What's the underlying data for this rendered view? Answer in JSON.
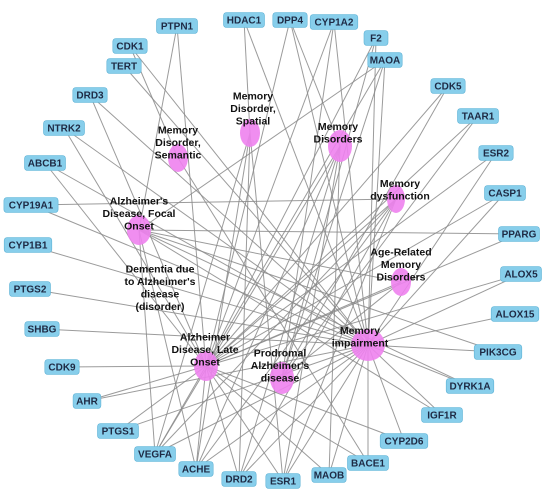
{
  "colors": {
    "gene_fill": "#87ceeb",
    "disease_fill": "#ee82ee",
    "edge": "#8a8a8a"
  },
  "genes": [
    {
      "id": "PTPN1",
      "label": "PTPN1"
    },
    {
      "id": "HDAC1",
      "label": "HDAC1"
    },
    {
      "id": "DPP4",
      "label": "DPP4"
    },
    {
      "id": "CYP1A2",
      "label": "CYP1A2"
    },
    {
      "id": "F2",
      "label": "F2"
    },
    {
      "id": "CDK1",
      "label": "CDK1"
    },
    {
      "id": "TERT",
      "label": "TERT"
    },
    {
      "id": "MAOA",
      "label": "MAOA"
    },
    {
      "id": "DRD3",
      "label": "DRD3"
    },
    {
      "id": "CDK5",
      "label": "CDK5"
    },
    {
      "id": "NTRK2",
      "label": "NTRK2"
    },
    {
      "id": "TAAR1",
      "label": "TAAR1"
    },
    {
      "id": "ABCB1",
      "label": "ABCB1"
    },
    {
      "id": "ESR2",
      "label": "ESR2"
    },
    {
      "id": "CYP19A1",
      "label": "CYP19A1"
    },
    {
      "id": "CASP1",
      "label": "CASP1"
    },
    {
      "id": "CYP1B1",
      "label": "CYP1B1"
    },
    {
      "id": "PPARG",
      "label": "PPARG"
    },
    {
      "id": "PTGS2",
      "label": "PTGS2"
    },
    {
      "id": "ALOX5",
      "label": "ALOX5"
    },
    {
      "id": "SHBG",
      "label": "SHBG"
    },
    {
      "id": "ALOX15",
      "label": "ALOX15"
    },
    {
      "id": "CDK9",
      "label": "CDK9"
    },
    {
      "id": "PIK3CG",
      "label": "PIK3CG"
    },
    {
      "id": "AHR",
      "label": "AHR"
    },
    {
      "id": "DYRK1A",
      "label": "DYRK1A"
    },
    {
      "id": "PTGS1",
      "label": "PTGS1"
    },
    {
      "id": "IGF1R",
      "label": "IGF1R"
    },
    {
      "id": "VEGFA",
      "label": "VEGFA"
    },
    {
      "id": "CYP2D6",
      "label": "CYP2D6"
    },
    {
      "id": "ACHE",
      "label": "ACHE"
    },
    {
      "id": "BACE1",
      "label": "BACE1"
    },
    {
      "id": "DRD2",
      "label": "DRD2"
    },
    {
      "id": "MAOB",
      "label": "MAOB"
    },
    {
      "id": "ESR1",
      "label": "ESR1"
    }
  ],
  "diseases": [
    {
      "id": "spatial",
      "label_lines": [
        "Memory",
        "Disorder,",
        "Spatial"
      ]
    },
    {
      "id": "memdis",
      "label_lines": [
        "Memory",
        "Disorders"
      ]
    },
    {
      "id": "semantic",
      "label_lines": [
        "Memory",
        "Disorder,",
        "Semantic"
      ]
    },
    {
      "id": "dysfunction",
      "label_lines": [
        "Memory",
        "dysfunction"
      ]
    },
    {
      "id": "focal",
      "label_lines": [
        "Alzheimer's",
        "Disease, Focal",
        "Onset"
      ]
    },
    {
      "id": "agerelated",
      "label_lines": [
        "Age-Related",
        "Memory",
        "Disorders"
      ]
    },
    {
      "id": "dementia",
      "label_lines": [
        "Dementia due",
        "to Alzheimer's",
        "disease",
        "(disorder)"
      ]
    },
    {
      "id": "impairment",
      "label_lines": [
        "Memory",
        "impairment"
      ]
    },
    {
      "id": "late",
      "label_lines": [
        "Alzheimer",
        "Disease, Late",
        "Onset"
      ]
    },
    {
      "id": "prodromal",
      "label_lines": [
        "Prodromal",
        "Alzheimer's",
        "disease"
      ]
    }
  ],
  "edges": [
    [
      "PTPN1",
      "late"
    ],
    [
      "PTPN1",
      "focal"
    ],
    [
      "HDAC1",
      "spatial"
    ],
    [
      "HDAC1",
      "impairment"
    ],
    [
      "DPP4",
      "memdis"
    ],
    [
      "DPP4",
      "late"
    ],
    [
      "DPP4",
      "impairment"
    ],
    [
      "CYP1A2",
      "impairment"
    ],
    [
      "CYP1A2",
      "late"
    ],
    [
      "CYP1A2",
      "prodromal"
    ],
    [
      "F2",
      "late"
    ],
    [
      "F2",
      "impairment"
    ],
    [
      "F2",
      "prodromal"
    ],
    [
      "CDK1",
      "impairment"
    ],
    [
      "CDK1",
      "semantic"
    ],
    [
      "TERT",
      "impairment"
    ],
    [
      "MAOA",
      "late"
    ],
    [
      "MAOA",
      "impairment"
    ],
    [
      "MAOA",
      "prodromal"
    ],
    [
      "MAOA",
      "focal"
    ],
    [
      "DRD3",
      "late"
    ],
    [
      "DRD3",
      "impairment"
    ],
    [
      "CDK5",
      "prodromal"
    ],
    [
      "CDK5",
      "late"
    ],
    [
      "NTRK2",
      "impairment"
    ],
    [
      "NTRK2",
      "late"
    ],
    [
      "TAAR1",
      "late"
    ],
    [
      "TAAR1",
      "prodromal"
    ],
    [
      "ABCB1",
      "impairment"
    ],
    [
      "ABCB1",
      "late"
    ],
    [
      "ESR2",
      "late"
    ],
    [
      "ESR2",
      "impairment"
    ],
    [
      "CYP19A1",
      "impairment"
    ],
    [
      "CYP19A1",
      "dysfunction"
    ],
    [
      "CASP1",
      "late"
    ],
    [
      "CASP1",
      "impairment"
    ],
    [
      "CYP1B1",
      "impairment"
    ],
    [
      "PPARG",
      "focal"
    ],
    [
      "PPARG",
      "late"
    ],
    [
      "PTGS2",
      "impairment"
    ],
    [
      "ALOX5",
      "late"
    ],
    [
      "ALOX5",
      "impairment"
    ],
    [
      "SHBG",
      "impairment"
    ],
    [
      "ALOX15",
      "impairment"
    ],
    [
      "CDK9",
      "late"
    ],
    [
      "PIK3CG",
      "impairment"
    ],
    [
      "PIK3CG",
      "focal"
    ],
    [
      "AHR",
      "late"
    ],
    [
      "AHR",
      "impairment"
    ],
    [
      "DYRK1A",
      "impairment"
    ],
    [
      "DYRK1A",
      "focal"
    ],
    [
      "PTGS1",
      "late"
    ],
    [
      "PTGS1",
      "impairment"
    ],
    [
      "IGF1R",
      "impairment"
    ],
    [
      "IGF1R",
      "focal"
    ],
    [
      "VEGFA",
      "memdis"
    ],
    [
      "VEGFA",
      "spatial"
    ],
    [
      "VEGFA",
      "impairment"
    ],
    [
      "VEGFA",
      "dysfunction"
    ],
    [
      "VEGFA",
      "late"
    ],
    [
      "VEGFA",
      "focal"
    ],
    [
      "CYP2D6",
      "impairment"
    ],
    [
      "CYP2D6",
      "late"
    ],
    [
      "ACHE",
      "memdis"
    ],
    [
      "ACHE",
      "spatial"
    ],
    [
      "ACHE",
      "dysfunction"
    ],
    [
      "ACHE",
      "impairment"
    ],
    [
      "ACHE",
      "late"
    ],
    [
      "ACHE",
      "focal"
    ],
    [
      "BACE1",
      "impairment"
    ],
    [
      "BACE1",
      "late"
    ],
    [
      "BACE1",
      "semantic"
    ],
    [
      "DRD2",
      "memdis"
    ],
    [
      "DRD2",
      "spatial"
    ],
    [
      "DRD2",
      "late"
    ],
    [
      "DRD2",
      "impairment"
    ],
    [
      "DRD2",
      "dysfunction"
    ],
    [
      "MAOB",
      "memdis"
    ],
    [
      "MAOB",
      "late"
    ],
    [
      "MAOB",
      "impairment"
    ],
    [
      "ESR1",
      "memdis"
    ],
    [
      "ESR1",
      "spatial"
    ],
    [
      "ESR1",
      "late"
    ],
    [
      "ESR1",
      "dysfunction"
    ],
    [
      "ESR1",
      "impairment"
    ],
    [
      "agerelated",
      "late"
    ],
    [
      "agerelated",
      "focal"
    ],
    [
      "agerelated",
      "prodromal"
    ],
    [
      "dysfunction",
      "late"
    ]
  ]
}
